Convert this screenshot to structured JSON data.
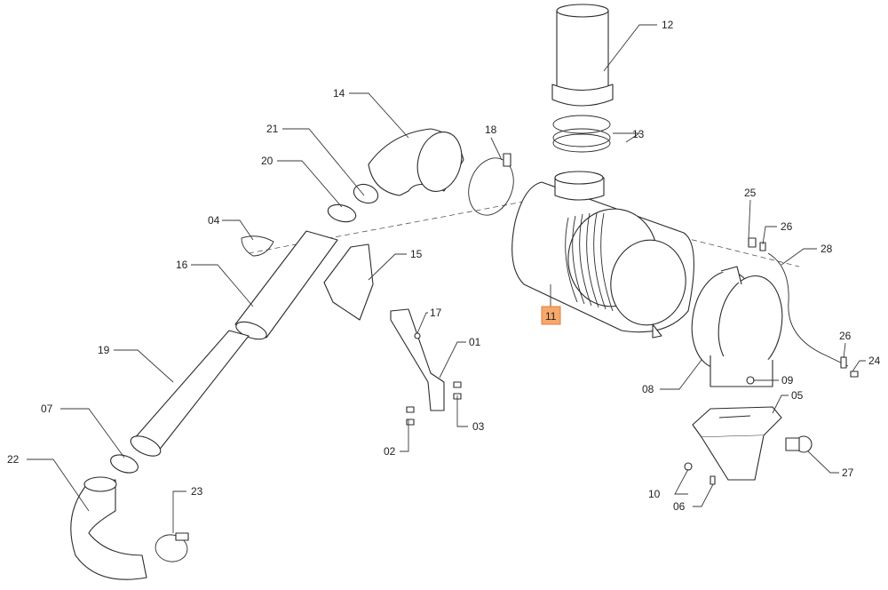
{
  "callouts": {
    "p01": "01",
    "p02": "02",
    "p03": "03",
    "p04": "04",
    "p05": "05",
    "p06": "06",
    "p07": "07",
    "p08": "08",
    "p09": "09",
    "p10": "10",
    "p11": "11",
    "p12": "12",
    "p13": "13",
    "p14": "14",
    "p15": "15",
    "p16": "16",
    "p17": "17",
    "p18": "18",
    "p19": "19",
    "p20": "20",
    "p21": "21",
    "p22": "22",
    "p23": "23",
    "p24": "24",
    "p25": "25",
    "p26a": "26",
    "p26b": "26",
    "p27": "27",
    "p28": "28"
  },
  "highlighted_callout": "11",
  "colors": {
    "highlight": "#f7a86b",
    "line": "#2b2b2b"
  }
}
